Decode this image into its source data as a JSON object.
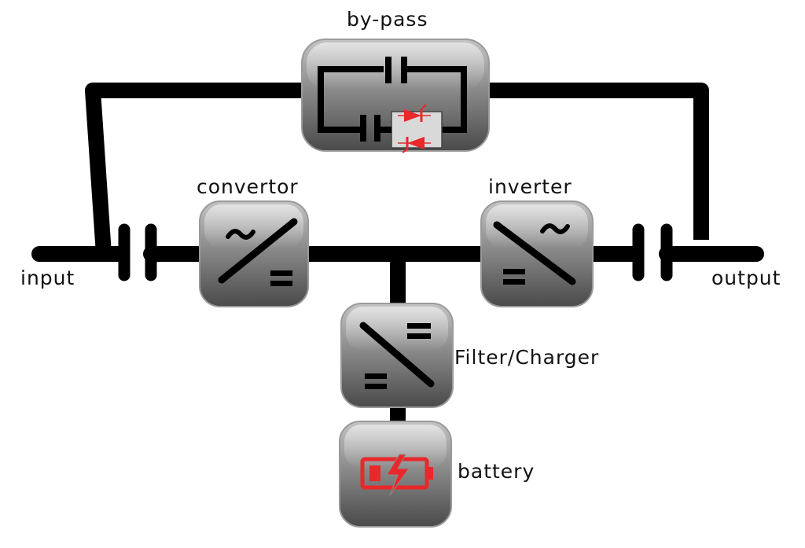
{
  "labels": {
    "bypass": "by-pass",
    "convertor": "convertor",
    "inverter": "inverter",
    "input": "input",
    "output": "output",
    "filter_charger": "Filter/Charger",
    "battery": "battery"
  },
  "colors": {
    "line": "#000000",
    "module_top": "#b7b7b7",
    "module_bottom": "#4e4e4e",
    "module_edge": "#9a9a9a",
    "accent": "#e8282b"
  },
  "icons": {
    "bypass": "static-switch-thyristor-icon",
    "convertor": "ac-to-dc-icon",
    "inverter": "dc-to-ac-icon",
    "filter_charger": "dc-to-dc-icon",
    "battery": "battery-charging-icon",
    "input_switch": "switch-contact-icon",
    "output_switch": "switch-contact-icon"
  }
}
